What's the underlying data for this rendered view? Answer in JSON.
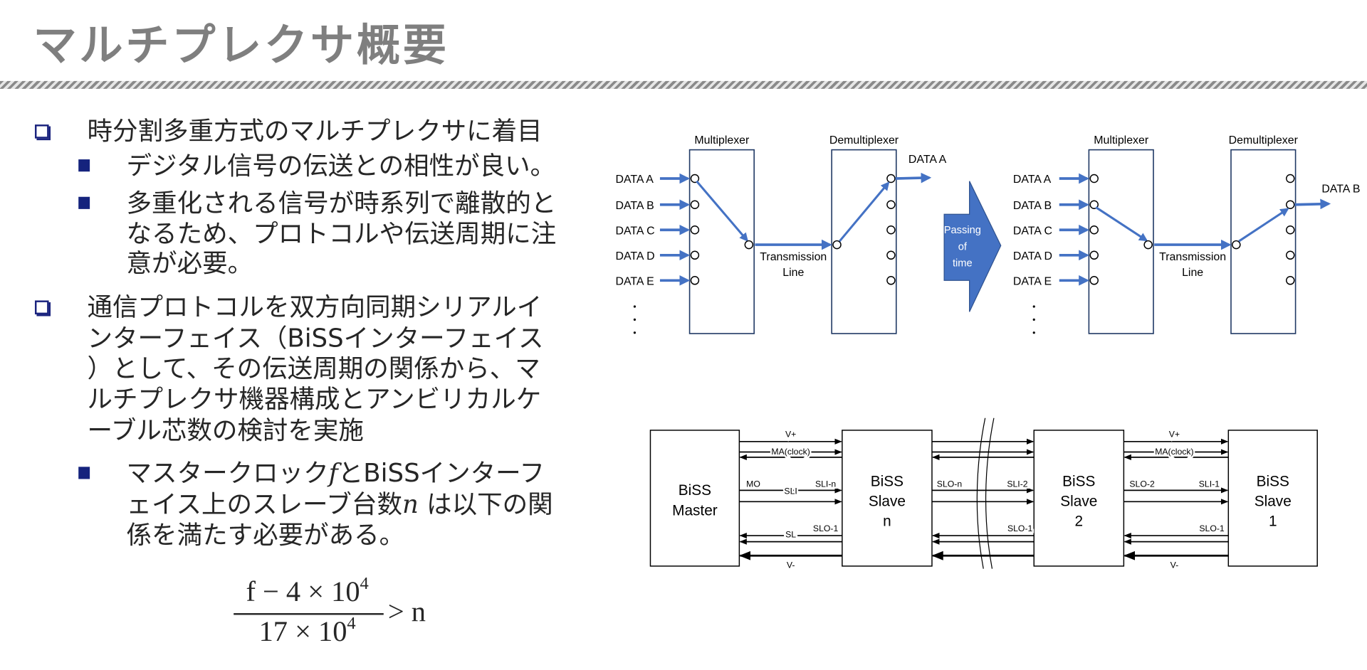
{
  "title": "マルチプレクサ概要",
  "bullets": [
    {
      "lines": [
        "時分割多重方式のマルチプレクサに着目"
      ],
      "sub": [
        {
          "lines": [
            "デジタル信号の伝送との相性が良い。"
          ]
        },
        {
          "lines": [
            "多重化される信号が時系列で離散的と",
            "なるため、プロトコルや伝送周期に注",
            "意が必要。"
          ]
        }
      ]
    },
    {
      "lines": [
        "通信プロトコルを双方向同期シリアルイ",
        "ンターフェイス（BiSSインターフェイス",
        "）として、その伝送周期の関係から、マ",
        "ルチプレクサ機器構成とアンビリカルケ",
        "ーブル芯数の検討を実施"
      ],
      "sub": [
        {
          "lines": [
            "マスタークロック",
            "とBiSSインターフ",
            "ェイス上のスレーブ台数",
            "は以下の関",
            "係を満たす必要がある。"
          ],
          "var_f": "f",
          "var_n": "n"
        }
      ]
    }
  ],
  "formula": {
    "num": "f − 4 × 10",
    "num_exp": "4",
    "den": "17 × 10",
    "den_exp": "4",
    "rhs": "> n"
  },
  "mux_diagram": {
    "multiplexer": "Multiplexer",
    "demultiplexer": "Demultiplexer",
    "inputs": [
      "DATA A",
      "DATA B",
      "DATA C",
      "DATA D",
      "DATA E"
    ],
    "transmission_1": "Transmission",
    "transmission_2": "Line",
    "output_left": "DATA A",
    "output_right": "DATA B",
    "passing": [
      "Passing",
      "of",
      "time"
    ],
    "accent": "#4472c4"
  },
  "biss_diagram": {
    "master": [
      "BiSS",
      "Master"
    ],
    "slave_n": [
      "BiSS",
      "Slave",
      "n"
    ],
    "slave_2": [
      "BiSS",
      "Slave",
      "2"
    ],
    "slave_1": [
      "BiSS",
      "Slave",
      "1"
    ],
    "v_plus": "V+",
    "ma_clock": "MA(clock)",
    "mo": "MO",
    "sli": "SLI",
    "sli_n": "SLI-n",
    "sl": "SL",
    "slo_1": "SLO-1",
    "slo_n": "SLO-n",
    "sli_2": "SLI-2",
    "slo_2": "SLO-2",
    "sli_1": "SLI-1",
    "v_minus": "V-"
  }
}
